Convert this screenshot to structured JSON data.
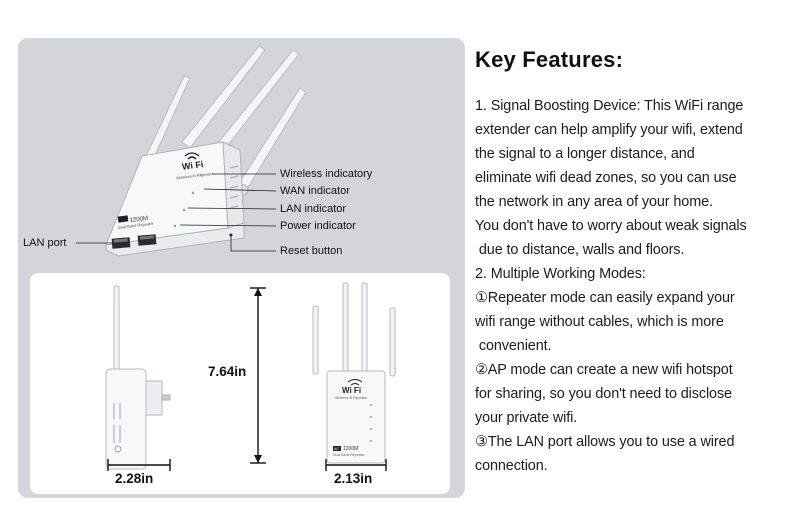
{
  "image_panel": {
    "callouts": {
      "wireless": "Wireless indicatory",
      "wan": "WAN indicator",
      "lan_indicator": "LAN indicator",
      "power": "Power indicator",
      "reset": "Reset button",
      "lan_port": "LAN port"
    },
    "device": {
      "logo_text": "Wi Fi",
      "model_badge": "AC",
      "model_text": "1200M",
      "subtitle": "Dual Band Repeater"
    },
    "dimensions": {
      "height": "7.64in",
      "depth": "2.28in",
      "width": "2.13in"
    }
  },
  "features": {
    "title": "Key Features:",
    "lines": [
      "1. Signal Boosting Device: This WiFi range",
      "extender can help amplify your wifi, extend",
      "the signal to a longer distance, and",
      "eliminate wifi dead zones, so you can use",
      "the network in any area of your home.",
      "You don't have to worry about weak signals",
      " due to distance, walls and floors.",
      "2. Multiple Working Modes:",
      "①Repeater mode can easily expand your",
      "wifi range without cables, which is more",
      " convenient.",
      "②AP mode can create a new wifi hotspot",
      "for sharing, so you don't need to disclose",
      "your private wifi.",
      "③The LAN port allows you to use a wired",
      "connection."
    ]
  }
}
